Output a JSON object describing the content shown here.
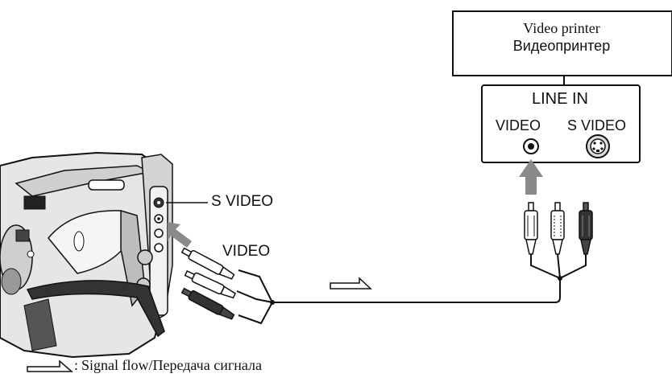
{
  "printer": {
    "name_en": "Video printer",
    "name_ru": "Видеопринтер",
    "panel_title": "LINE IN",
    "jack_video": "VIDEO",
    "jack_svideo": "S VIDEO"
  },
  "camcorder": {
    "label_svideo": "S VIDEO",
    "label_video": "VIDEO"
  },
  "legend": {
    "separator": ":",
    "text": "Signal flow/Передача сигнала"
  }
}
